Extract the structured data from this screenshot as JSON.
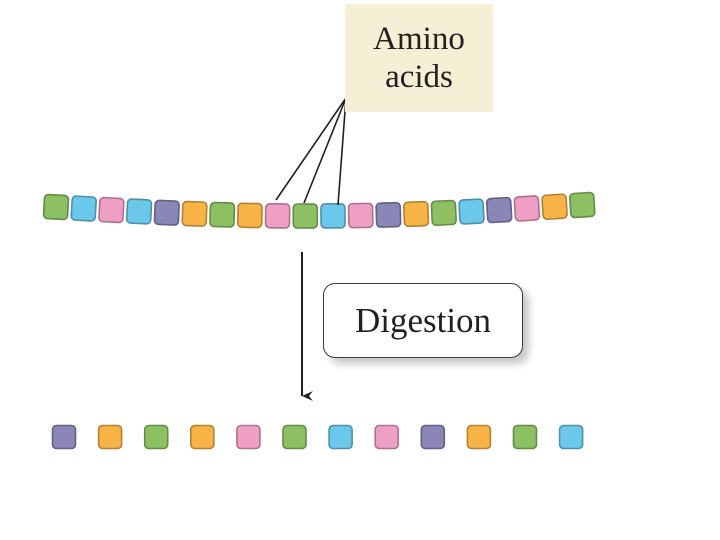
{
  "label": {
    "line1": "Amino",
    "line2": "acids"
  },
  "process": {
    "label": "Digestion"
  },
  "colors": {
    "green": "#8dc063",
    "blue": "#6cc8ea",
    "pink": "#ef9fc4",
    "purple": "#8b86b8",
    "orange": "#f8b347"
  },
  "chain": [
    "green",
    "blue",
    "pink",
    "blue",
    "purple",
    "orange",
    "green",
    "orange",
    "pink",
    "green",
    "blue",
    "pink",
    "purple",
    "orange",
    "green",
    "blue",
    "purple",
    "pink",
    "orange",
    "green"
  ],
  "free_amino_acids": [
    "purple",
    "orange",
    "green",
    "orange",
    "pink",
    "green",
    "blue",
    "pink",
    "purple",
    "orange",
    "green",
    "blue"
  ]
}
